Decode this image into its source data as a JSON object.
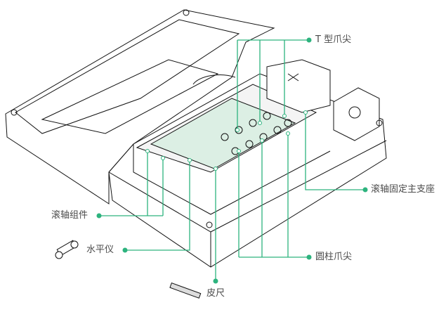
{
  "title": "Roller alignment kit components",
  "accent_color": "#2db37e",
  "labels": {
    "t_claw": "T 型爪尖",
    "roller_base": "滚轴固定主支座",
    "roller_assembly": "滚轴组件",
    "level": "水平仪",
    "cylinder_claw": "圆柱爪尖",
    "tape": "皮尺"
  }
}
